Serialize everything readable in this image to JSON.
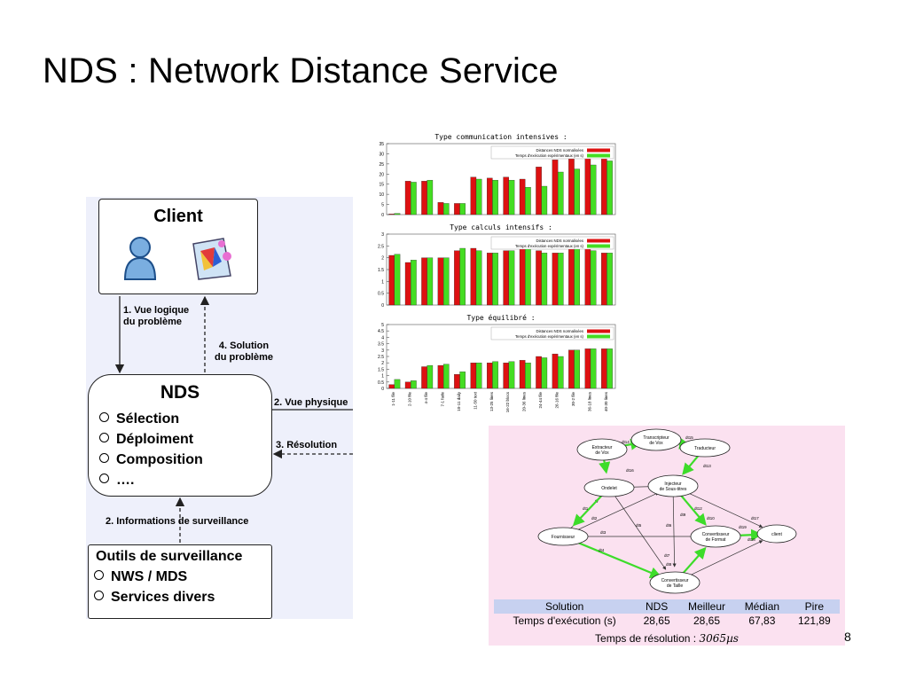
{
  "slide": {
    "title": "NDS : Network Distance Service",
    "page_number": "8"
  },
  "diagram": {
    "client_title": "Client",
    "nds_title": "NDS",
    "nds_items": [
      "Sélection",
      "Déploiment",
      "Composition",
      "…."
    ],
    "tools_title": "Outils de surveillance",
    "tools_items": [
      "NWS / MDS",
      "Services divers"
    ],
    "arrow_labels": {
      "vue_logique": "1. Vue logique\ndu problème",
      "solution": "4. Solution\ndu problème",
      "vue_physique": "2. Vue physique",
      "resolution": "3. Résolution",
      "informations": "2. Informations de surveillance"
    },
    "icons": [
      "user-icon",
      "application-icon"
    ]
  },
  "charts": {
    "legend_a": "Distances NDS normalisées",
    "legend_b": "Temps d'exécution expérimentaux (en s)",
    "colors": {
      "series_a": "#dd1111",
      "series_b": "#44dd22"
    }
  },
  "chart_data": [
    {
      "type": "bar",
      "title": "Type communication intensives :",
      "ylim": [
        0,
        35
      ],
      "yticks": [
        "0",
        "5",
        "10",
        "15",
        "20",
        "25",
        "30",
        "35"
      ],
      "series": [
        {
          "name": "Distances NDS normalisées",
          "values": [
            0.3,
            16.5,
            16.5,
            6,
            5.5,
            18.5,
            18,
            18.5,
            17.5,
            23.5,
            27,
            27.5,
            29,
            29
          ]
        },
        {
          "name": "Temps d'exécution expérimentaux (en s)",
          "values": [
            0.6,
            16,
            17,
            5.5,
            5.5,
            17.5,
            17,
            17,
            13.5,
            14,
            21,
            22.5,
            24.5,
            26.5
          ]
        }
      ],
      "grid": false
    },
    {
      "type": "bar",
      "title": "Type calculs intensifs :",
      "ylim": [
        0,
        3
      ],
      "yticks": [
        "0",
        "0.5",
        "1",
        "1.5",
        "2",
        "2.5",
        "3"
      ],
      "series": [
        {
          "name": "Distances NDS normalisées",
          "values": [
            2.1,
            1.8,
            2.0,
            2.0,
            2.3,
            2.4,
            2.2,
            2.3,
            2.4,
            2.3,
            2.2,
            2.4,
            2.4,
            2.2
          ]
        },
        {
          "name": "Temps d'exécution expérimentaux (en s)",
          "values": [
            2.15,
            1.9,
            2.0,
            2.0,
            2.4,
            2.3,
            2.2,
            2.3,
            2.4,
            2.2,
            2.2,
            2.4,
            2.3,
            2.2
          ]
        }
      ],
      "grid": false
    },
    {
      "type": "bar",
      "title": "Type équilibré :",
      "ylim": [
        0,
        5
      ],
      "yticks": [
        "0",
        "0.5",
        "1",
        "1.5",
        "2",
        "2.5",
        "3",
        "3.5",
        "4",
        "4.5",
        "5"
      ],
      "categories": [
        "1-11 file",
        "2-10 file",
        "4-4 file",
        "7-1 fade",
        "10-11 daily",
        "11-50 text",
        "13-25 lines",
        "16-22 blocs",
        "20-36 lines",
        "24-44 file",
        "26-16 file",
        "30-2 file",
        "36-18 lines",
        "40-30 lines"
      ],
      "series": [
        {
          "name": "Distances NDS normalisées",
          "values": [
            0.3,
            0.5,
            1.7,
            1.8,
            1.1,
            2.0,
            2.0,
            2.0,
            2.2,
            2.5,
            2.7,
            3.0,
            3.1,
            3.1
          ]
        },
        {
          "name": "Temps d'exécution expérimentaux (en s)",
          "values": [
            0.7,
            0.6,
            1.8,
            1.9,
            1.3,
            2.0,
            2.1,
            2.1,
            2.0,
            2.4,
            2.5,
            3.0,
            3.1,
            3.1
          ]
        }
      ],
      "grid": false
    }
  ],
  "graph": {
    "nodes": {
      "extracteur": "Extracteur\nde Vox",
      "transcripteur": "Transcripteur\nde Vox",
      "traducteur": "Traducteur",
      "ondelet": "Ondelet",
      "injecteur": "Injecteur\nde Sous-titres",
      "fournisseur": "Fournisseur",
      "convertisseur_format": "Convertisseur\nde Format",
      "client": "client",
      "convertisseur_taille": "Convertisseur\nde Taille"
    },
    "edges": [
      "dt14",
      "dt15",
      "dt13",
      "dt16",
      "dt12",
      "dt1",
      "dt2",
      "dt3",
      "dt4",
      "dt5",
      "dt6",
      "dt7",
      "dt8",
      "dt9",
      "dt10",
      "dt11",
      "dt17",
      "dt18",
      "dt19"
    ],
    "table": {
      "headers": [
        "Solution",
        "NDS",
        "Meilleur",
        "Médian",
        "Pire"
      ],
      "row_label": "Temps d'exécution (s)",
      "row_values": [
        "28,65",
        "28,65",
        "67,83",
        "121,89"
      ]
    },
    "resolution_label": "Temps de résolution :",
    "resolution_value": "3065µs"
  }
}
